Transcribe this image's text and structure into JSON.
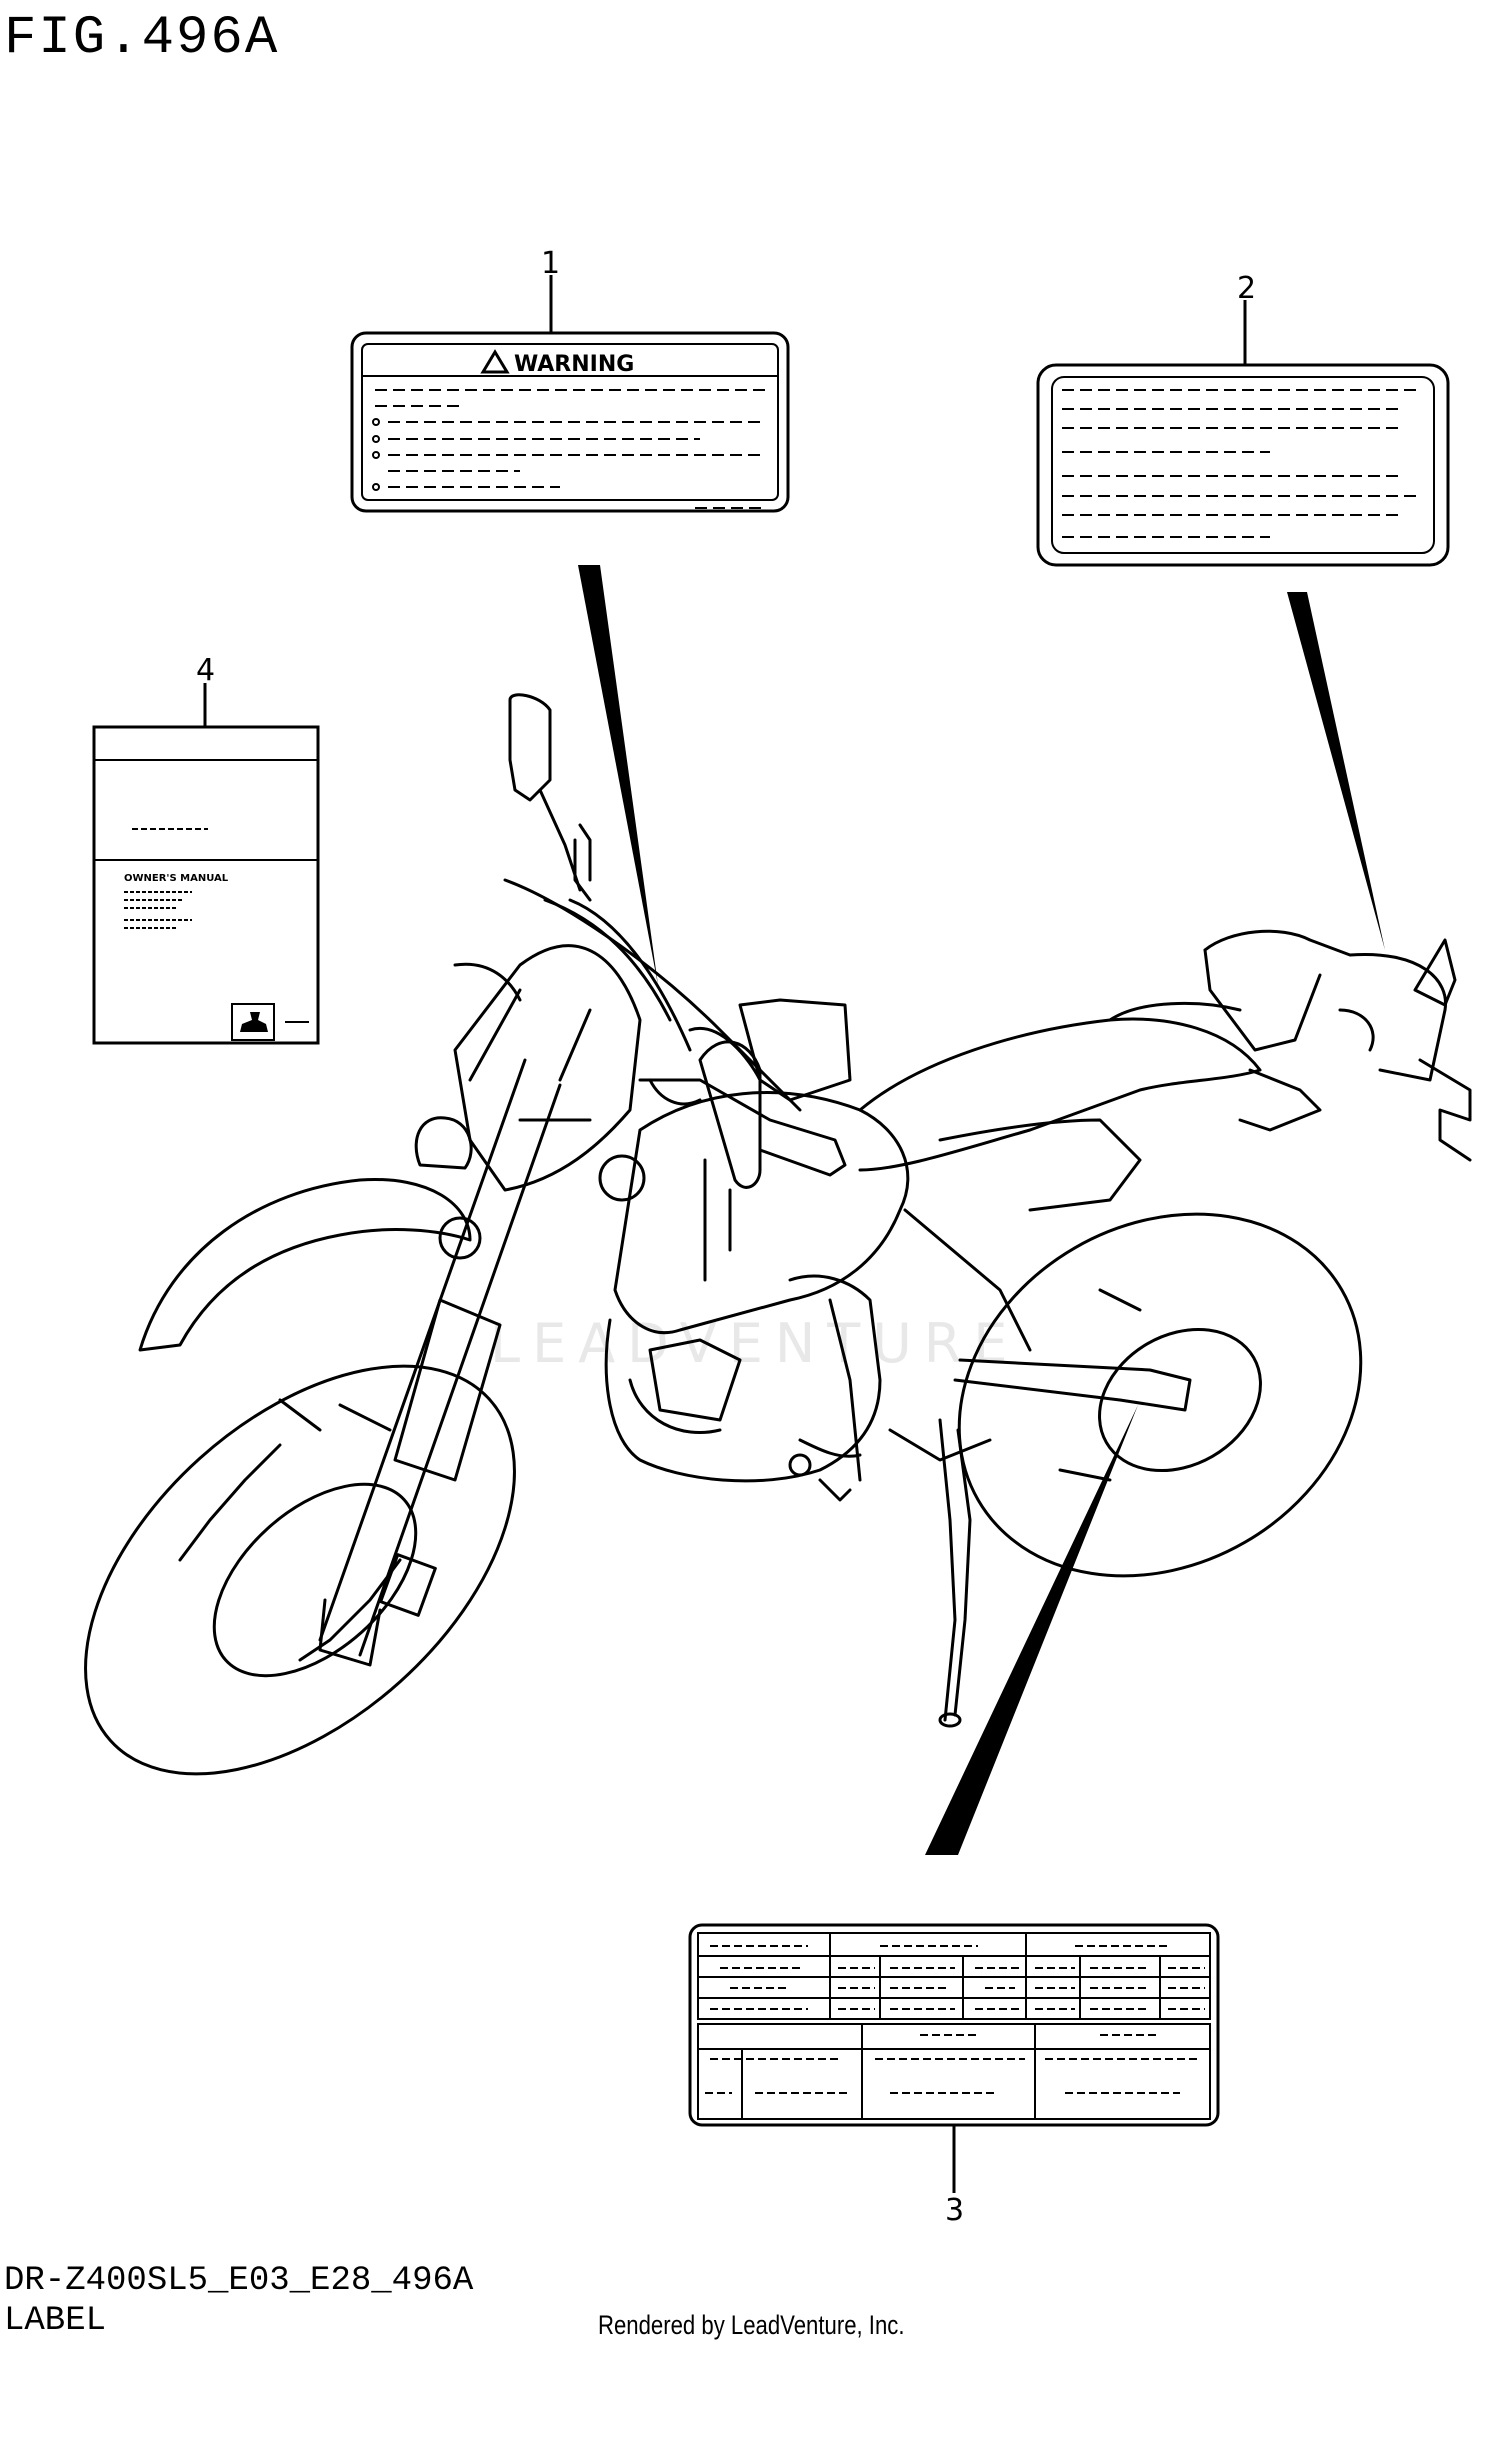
{
  "figure": {
    "title": "FIG.496A",
    "model_code": "DR-Z400SL5_E03_E28_496A",
    "section": "LABEL",
    "render_credit": "Rendered by LeadVenture, Inc.",
    "watermark": "LEADVENTURE"
  },
  "callouts": [
    {
      "number": "1",
      "part": "warning-label"
    },
    {
      "number": "2",
      "part": "info-label"
    },
    {
      "number": "3",
      "part": "tire-info-label"
    },
    {
      "number": "4",
      "part": "owners-manual"
    }
  ],
  "label_1": {
    "heading": "WARNING"
  },
  "label_4": {
    "subheading": "OWNER'S MANUAL"
  }
}
